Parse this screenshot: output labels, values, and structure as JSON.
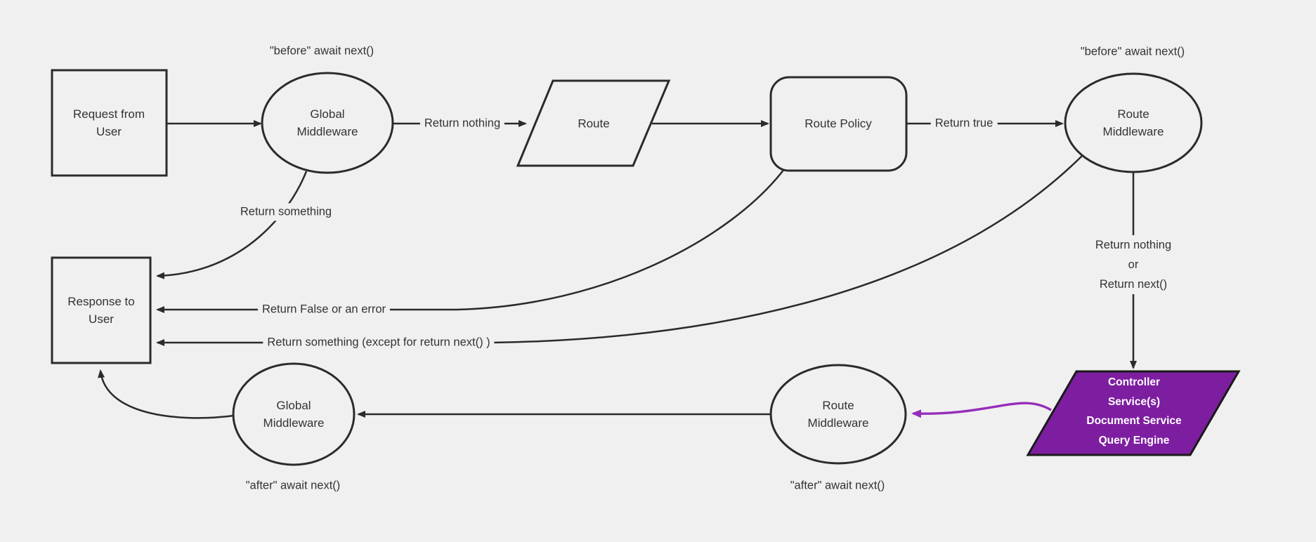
{
  "colors": {
    "background": "#f0f0f0",
    "line": "#2b2b2b",
    "text": "#333333",
    "node_fill": "#f0f0f0",
    "purple_fill": "#7d1ea0",
    "purple_arrow": "#962db9",
    "purple_text": "#ffffff",
    "purple_border": "#1a1a1a"
  },
  "nodes": {
    "request": {
      "lines": [
        "Request from",
        "User"
      ]
    },
    "global_middleware_top": {
      "lines": [
        "Global",
        "Middleware"
      ]
    },
    "route": {
      "label": "Route"
    },
    "route_policy": {
      "label": "Route Policy"
    },
    "route_middleware_top": {
      "lines": [
        "Route",
        "Middleware"
      ]
    },
    "controller": {
      "lines": [
        "Controller",
        "Service(s)",
        "Document Service",
        "Query Engine"
      ]
    },
    "route_middleware_bottom": {
      "lines": [
        "Route",
        "Middleware"
      ]
    },
    "global_middleware_bottom": {
      "lines": [
        "Global",
        "Middleware"
      ]
    },
    "response": {
      "lines": [
        "Response to",
        "User"
      ]
    }
  },
  "annotations": {
    "before_global": "\"before\" await next()",
    "before_route": "\"before\" await next()",
    "after_route": "\"after\" await next()",
    "after_global": "\"after\" await next()"
  },
  "edge_labels": {
    "return_nothing": "Return nothing",
    "return_true": "Return true",
    "return_something": "Return something",
    "return_false": "Return False or an error",
    "return_something_except": "Return something (except for return next() )",
    "return_nothing_or_next": [
      "Return nothing",
      "or",
      "Return next()"
    ]
  }
}
